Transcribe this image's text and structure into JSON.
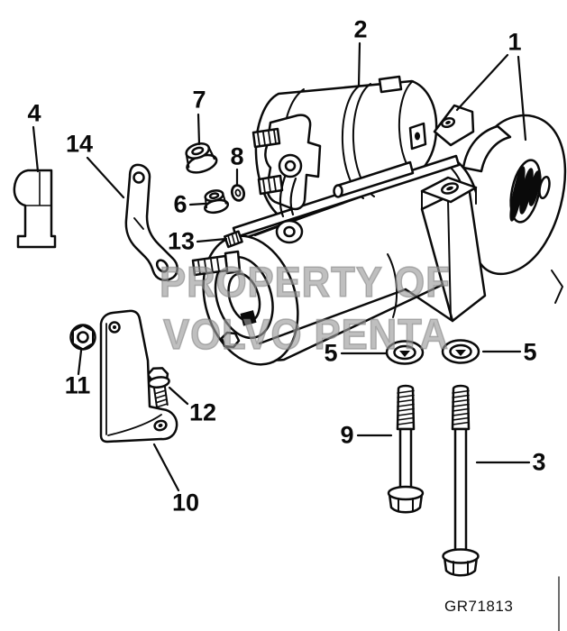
{
  "figure": {
    "type": "exploded-parts-diagram",
    "drawing_code": "GR71813",
    "watermark_line1": "PROPERTY OF",
    "watermark_line2": "VOLVO PENTA",
    "line_color": "#0a0a0a",
    "background_color": "#ffffff",
    "watermark_color": "#9e9e9e",
    "callouts": [
      {
        "ref": "1"
      },
      {
        "ref": "2"
      },
      {
        "ref": "3"
      },
      {
        "ref": "4"
      },
      {
        "ref": "5"
      },
      {
        "ref": "6"
      },
      {
        "ref": "7"
      },
      {
        "ref": "8"
      },
      {
        "ref": "9"
      },
      {
        "ref": "10"
      },
      {
        "ref": "11"
      },
      {
        "ref": "12"
      },
      {
        "ref": "13"
      },
      {
        "ref": "14"
      }
    ]
  }
}
